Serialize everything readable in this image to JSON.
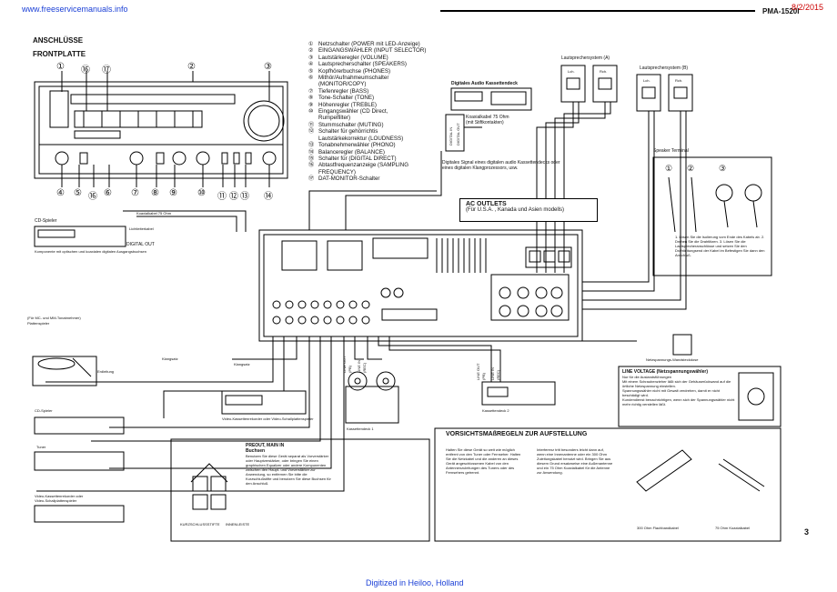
{
  "header": {
    "link": "www.freeservicemanuals.info",
    "date": "8/2/2015",
    "model": "PMA-1520I"
  },
  "section": {
    "title": "ANSCHLÜSSE",
    "front_panel": "FRONTPLATTE"
  },
  "front_callouts_top": [
    "①",
    "⑯",
    "⑰",
    "②",
    "③"
  ],
  "front_callouts_bottom": [
    "④",
    "⑤",
    "⑯",
    "⑥",
    "⑦",
    "⑧",
    "⑨",
    "⑩",
    "⑪",
    "⑫",
    "⑬",
    "⑭"
  ],
  "legend": [
    {
      "num": "①",
      "text": "Netzschalter (POWER mit LED-Anzeige)"
    },
    {
      "num": "②",
      "text": "EINGANGSWÄHLER (INPUT SELECTOR)"
    },
    {
      "num": "③",
      "text": "Lautstärkeregler (VOLUME)"
    },
    {
      "num": "④",
      "text": "Lautsprecherschalter (SPEAKERS)"
    },
    {
      "num": "⑤",
      "text": "Kopfhörerbuchse (PHONES)"
    },
    {
      "num": "⑥",
      "text": "Mithör/Aufnahmeumschalter"
    },
    {
      "num": "",
      "text": "(MONITOR/COPY)"
    },
    {
      "num": "⑦",
      "text": "Tiefenregler (BASS)"
    },
    {
      "num": "⑧",
      "text": "Tone-Schalter (TONE)"
    },
    {
      "num": "⑨",
      "text": "Höhenregler (TREBLE)"
    },
    {
      "num": "⑩",
      "text": "Eingangswähler (CD Direct,"
    },
    {
      "num": "",
      "text": "Rumpelfilter)"
    },
    {
      "num": "⑪",
      "text": "Stummschalter (MUTING)"
    },
    {
      "num": "⑫",
      "text": "Schalter für gehörrichtis"
    },
    {
      "num": "",
      "text": "Lautstärkekorrektur (LOUDNESS)"
    },
    {
      "num": "⑬",
      "text": "Tonabnehmerwähler (PHONO)"
    },
    {
      "num": "⑭",
      "text": "Balanceregler (BALANCE)"
    },
    {
      "num": "⑮",
      "text": "Schalter für (DIGITAL DIRECT)"
    },
    {
      "num": "⑯",
      "text": "Abtastfrequenzanzeige (SAMPLING"
    },
    {
      "num": "",
      "text": "FREQUENCY)"
    },
    {
      "num": "⑰",
      "text": "DAT-MONITOR-Schalter"
    }
  ],
  "digital_deck": {
    "title": "Digitales Audio Kassettendeck",
    "cable": "Koaxialkabel 75 Ohm",
    "cable2": "(mit Stiftkontakten)",
    "label_in": "DIGITAL IN",
    "label_out": "DIGITAL OUT",
    "note": "Digitales Signal eines digitalen audio Kassettendecks oder eines digitalen Klangprozessors, usw."
  },
  "speakers": {
    "system_a": "Lautsprechersystem (A)",
    "system_b": "Lautsprechersystem (B)",
    "left": "Lch.",
    "right": "Rch.",
    "terminal": "Speaker Terminal",
    "terminal_steps": [
      "①",
      "②",
      "③"
    ],
    "instructions": "1. Lösen Sie die Isolierung vom Ende des Kabels ab. 2. Drehen Sie die Drahtlitzen. 3. Lösen Sie die Lautsprecheranschlüsse und setzen Sie den Drahtleitungsend der Kabel im Befestigen Sie dann den Anschluß."
  },
  "cd_player": {
    "title": "CD-Spieler",
    "cable_coax": "Koaxialkabel 75 Ohm",
    "cable_light": "Lichtleiterkabel",
    "digital_out": "DIGITAL OUT",
    "note": "Komponente mit optischen und koaxialen digitalen Ausgangsbuchsen"
  },
  "ac_outlets": {
    "title": "AC OUTLETS",
    "subtitle": "(Für U.S.A. , Kanada und Asien modells)"
  },
  "phono": {
    "note": "(Für MC- und MM-Tonabnehmer)",
    "title": "Plattenspieler",
    "ground": "Erdleitung"
  },
  "cd2": "CD-Spieler",
  "tuner": "Tuner",
  "vcr": {
    "title": "Video-Kassettenrekorder oder",
    "title2": "Video-Schallplattenspieler"
  },
  "klangsatz": "Klangsatz",
  "klangsatz2": "Klangsatz",
  "vcr_middle": "Video-Kassettenrekorder oder Video-Schallplattenspieler",
  "deck1": {
    "title": "Kassettendeck 1",
    "line_out": "LINE OUT",
    "line_in": "LINE IN",
    "play": "(PB)",
    "rec": "(REC)"
  },
  "deck2": {
    "title": "Kassettendeck 2",
    "line_out": "LINE OUT",
    "line_in": "LINE IN",
    "play": "(PB)",
    "rec": "(REC)"
  },
  "mains": "Netzspannungs-Wandsteckdose",
  "line_voltage": {
    "title": "LINE VOLTAGE (Netzspannungswähler)",
    "subtitle": "Nur für die Auslandsführungen",
    "bullets": [
      "Mit einem Schraubenzieher läßt sich der Gehäuserückwand auf die örtliche Netzspannung einstellen.",
      "Spannungswähler nicht mit Gewalt verdrehen, damit er nicht beschädigt wird.",
      "Kundendienst benachrichtigen, wenn sich der Spannungswähler nicht mehr richtig verstellen läßt."
    ]
  },
  "preout": {
    "title": "PREOUT, MAIN IN",
    "subtitle": "Buchsen",
    "text": "Benutzen Sie diese Gerät separat als Vorverstärker oder Hauptverstärker, oder bringen Sie einen graphischen Equalizer oder andere Komponenten zwischen den Haupt- und Vorverstärker zur Anwendung, so entfernen Sie bitte die Kurzschlußstifte und benutzen Sie diese Buchsen für den Anschluß.",
    "label1": "KURZSCHLUSSSTIFTE",
    "label2": "INNENLEISTE"
  },
  "precautions": {
    "title": "VORSICHTSMAßREGELN ZUR AUFSTELLUNG",
    "col1": "Halten Sie diese Gerät so weit wie möglich entfernt von den Tuner oder Fernseher. Halten Sie die Netzkabel und die anderen an dieses Gerät angeschlossenen Kabel von den Antennenzuleitungen des Tuners oder des Fernsehers getrennt.",
    "col2": "Interferenz tritt besonders leicht dann auf, wenn eine Innenantenne oder ein 300 Ohm Zuleitungskabel benutzt wird. Bringen Sie aus diesem Grund ersatzweise eine Außenantenne und ein 75 Ohm Koaxialkabel für die Antenne zur Anwendung.",
    "cable1": "300 Ohm Flachbandkabel",
    "cable2": "75 Ohm Koaxialkabel"
  },
  "page_number": "3",
  "footer": "Digitized in Heiloo, Holland"
}
